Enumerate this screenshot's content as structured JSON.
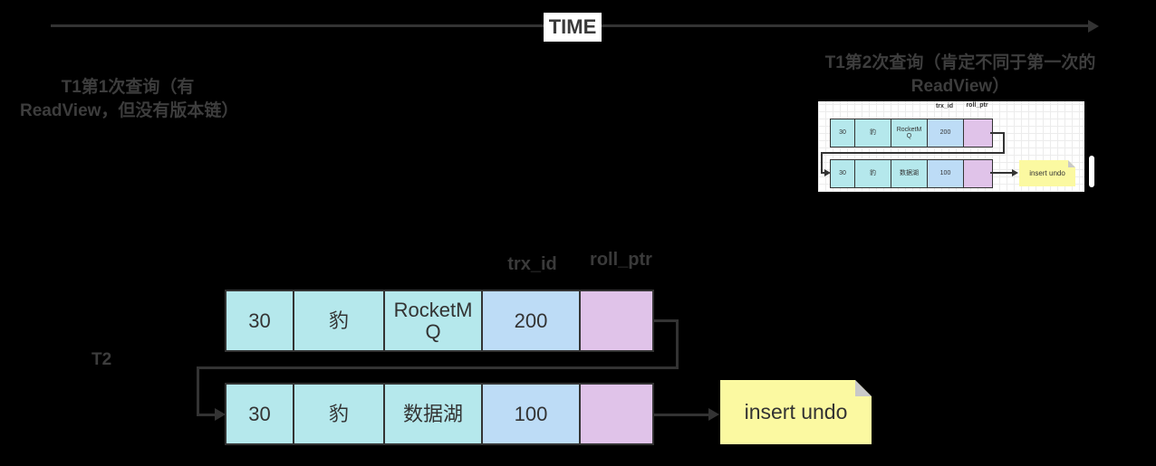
{
  "timeline": {
    "label": "TIME"
  },
  "annotations": {
    "left_heading": "T1第1次查询（有ReadView，但没有版本链）",
    "right_heading": "T1第2次查询（肯定不同于第一次的ReadView）",
    "t2_label": "T2"
  },
  "colors": {
    "background": "#000000",
    "line": "#333333",
    "heading_text": "#3d3d3d",
    "cell_cyan": "#b5e8ec",
    "cell_blue": "#bddcf6",
    "cell_purple": "#e0c3e9",
    "note_yellow": "#fbf9a1",
    "note_fold_gray": "#c9c9c9",
    "panel_white": "#ffffff",
    "panel_grid": "#ececec"
  },
  "main_diagram": {
    "column_headers": {
      "trx_id": "trx_id",
      "roll_ptr": "roll_ptr"
    },
    "row1": {
      "cells": [
        "30",
        "豹",
        "RocketMQ",
        "200",
        ""
      ]
    },
    "row2": {
      "cells": [
        "30",
        "豹",
        "数据湖",
        "100",
        ""
      ]
    },
    "note": "insert undo"
  },
  "mini_diagram": {
    "column_headers": {
      "trx_id": "trx_id",
      "roll_ptr": "roll_ptr"
    },
    "row1": {
      "cells": [
        "30",
        "豹",
        "RocketMQ",
        "200",
        ""
      ]
    },
    "row2": {
      "cells": [
        "30",
        "豹",
        "数据湖",
        "100",
        ""
      ]
    },
    "note": "insert undo"
  }
}
